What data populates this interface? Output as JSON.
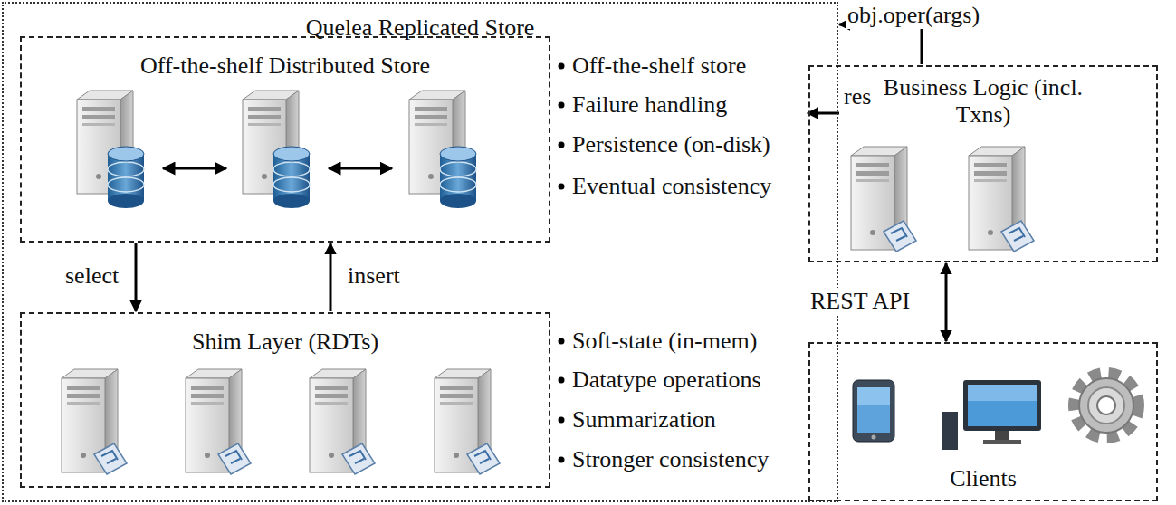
{
  "diagram": {
    "nodes": [
      {
        "text": [
          "Quelea Replicated Store"
        ]
      },
      {
        "text": [
          "Off-the-shelf Distributed Store"
        ],
        "in": 0
      },
      {
        "text": [
          "Shim Layer (RDTs)"
        ],
        "in": 0
      },
      {
        "text": [
          "Business Logic (incl. Txns)"
        ]
      },
      {
        "text": [
          "Clients"
        ]
      }
    ],
    "edges": [
      {
        "from": 1,
        "to": 2,
        "label": "select",
        "arrow": "to"
      },
      {
        "from": 2,
        "to": 1,
        "label": "insert",
        "arrow": "to"
      },
      {
        "from": 3,
        "to": 0,
        "label": "obj.oper(args)",
        "arrow": "to"
      },
      {
        "from": 0,
        "to": 3,
        "label": "res",
        "arrow": "to"
      },
      {
        "from": 3,
        "to": 4,
        "label": "REST API",
        "arrow": "both"
      }
    ],
    "labels": [
      "Off-the-shelf store",
      "Failure handling",
      "Persistence (on-disk)",
      "Eventual consistency",
      "Soft-state (in-mem)",
      "Datatype operations",
      "Summarization",
      "Stronger consistency"
    ]
  }
}
